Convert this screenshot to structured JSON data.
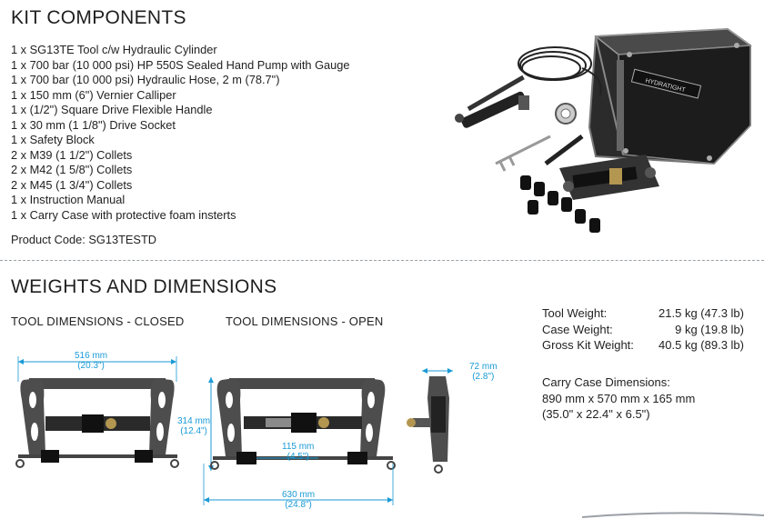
{
  "kit": {
    "title": "KIT COMPONENTS",
    "items": [
      "1 x SG13TE Tool c/w Hydraulic Cylinder",
      "1 x 700 bar (10 000 psi) HP 550S Sealed Hand Pump with Gauge",
      "1 x 700 bar (10 000 psi) Hydraulic Hose, 2 m (78.7\")",
      "1 x 150 mm (6\")  Vernier Calliper",
      "1 x (1/2\") Square Drive Flexible Handle",
      "1 x 30 mm (1 1/8\") Drive Socket",
      "1 x Safety Block",
      "2 x M39 (1 1/2\") Collets",
      "2 x M42 (1 5/8\") Collets",
      "2 x M45 (1 3/4\") Collets",
      "1 x Instruction Manual",
      "1 x Carry Case with protective foam insterts"
    ],
    "product_code": "Product Code: SG13TESTD"
  },
  "weights": {
    "title": "WEIGHTS AND DIMENSIONS",
    "closed_label": "TOOL DIMENSIONS - CLOSED",
    "open_label": "TOOL DIMENSIONS - OPEN",
    "rows": [
      {
        "label": "Tool Weight:",
        "value": "21.5 kg (47.3 lb)"
      },
      {
        "label": "Case Weight:",
        "value": "9 kg (19.8 lb)"
      },
      {
        "label": "Gross Kit Weight:",
        "value": "40.5 kg (89.3 lb)"
      }
    ],
    "case_dims_title": "Carry Case Dimensions:",
    "case_dims_metric": "890 mm x 570 mm x 165 mm",
    "case_dims_imperial": "(35.0\" x 22.4\" x 6.5\")"
  },
  "dimensions": {
    "closed_width_mm": "516 mm",
    "closed_width_in": "(20.3\")",
    "height_mm": "314 mm",
    "height_in": "(12.4\")",
    "stroke_mm": "115 mm",
    "stroke_in": "(4.5\")",
    "open_width_mm": "630 mm",
    "open_width_in": "(24.8\")",
    "depth_mm": "72 mm",
    "depth_in": "(2.8\")"
  },
  "case_logo_text": "HYDRATIGHT",
  "colors": {
    "accent": "#1a9ad6",
    "text": "#222222",
    "tool": "#3a3a3a"
  }
}
